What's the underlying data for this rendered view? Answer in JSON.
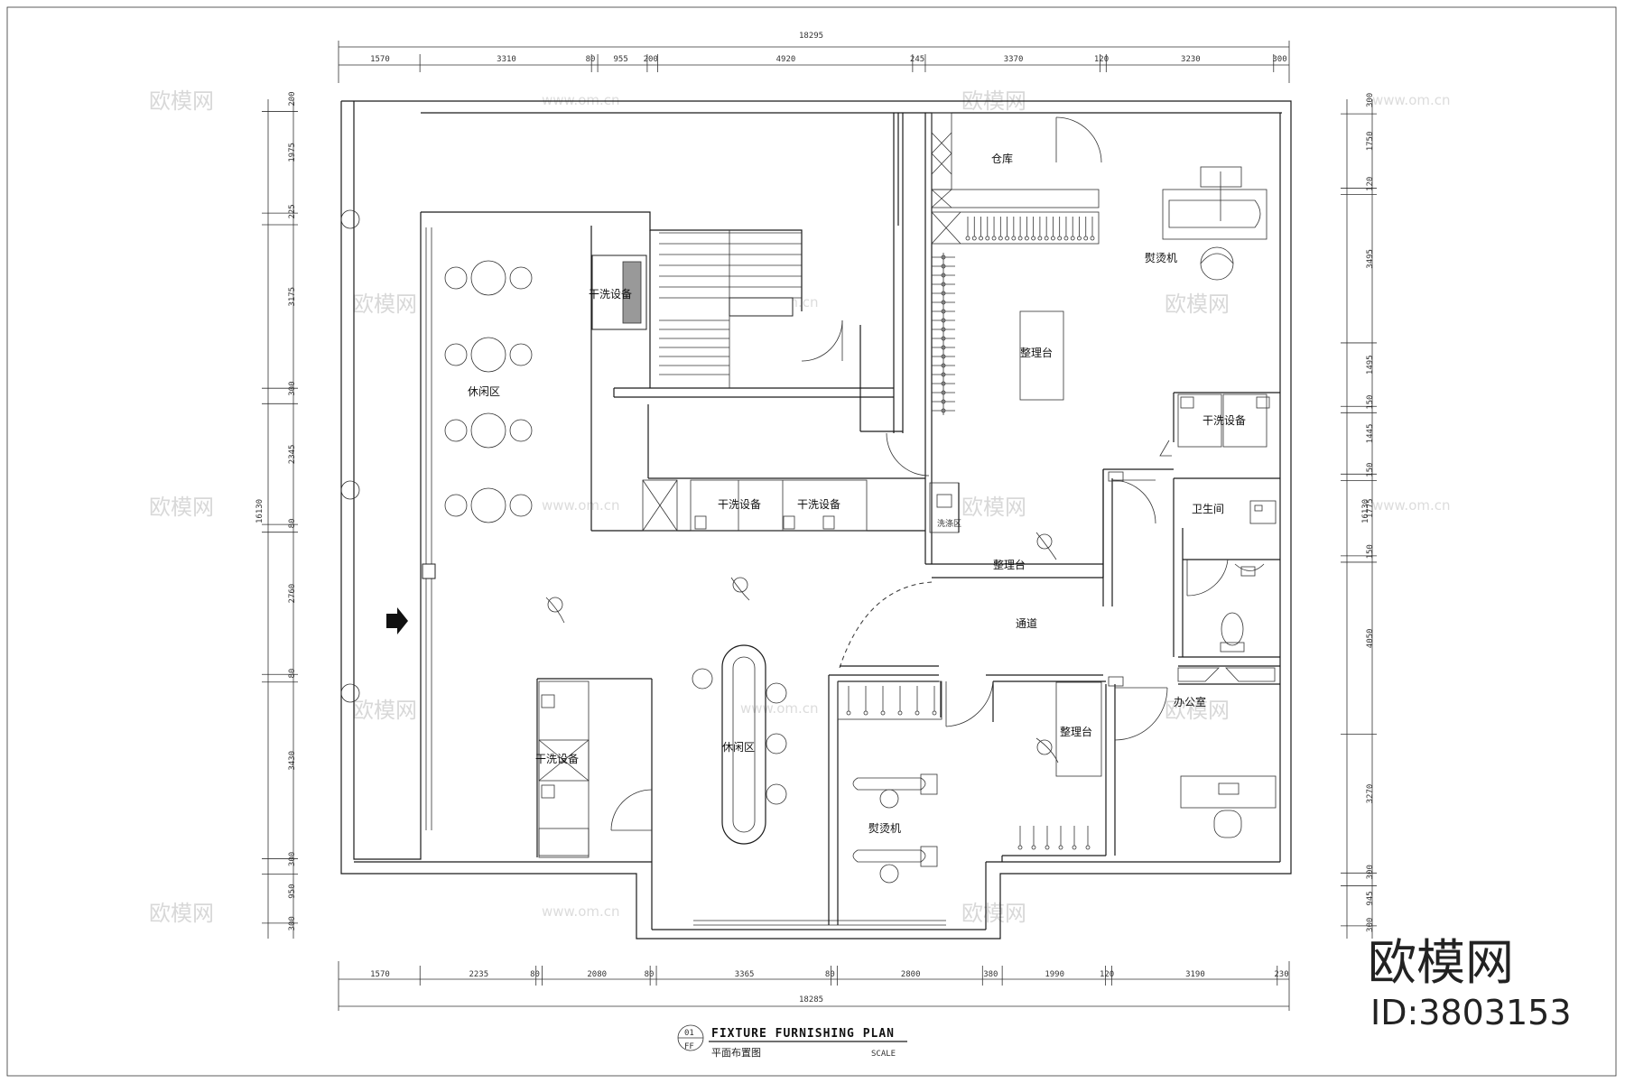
{
  "drawing": {
    "title": "FIXTURE FURNISHING PLAN",
    "subtitle": "平面布置图",
    "scale_label": "SCALE",
    "drawing_no_top": "01",
    "drawing_no_bottom": "FF"
  },
  "dimensions": {
    "top_total": "18295",
    "top": [
      "1570",
      "3310",
      "80",
      "955",
      "200",
      "4920",
      "245",
      "3370",
      "120",
      "3230",
      "300"
    ],
    "bottom_total": "18285",
    "bottom": [
      "1570",
      "2235",
      "80",
      "2080",
      "80",
      "3365",
      "80",
      "2800",
      "380",
      "1990",
      "120",
      "3190",
      "230"
    ],
    "left_total": "16130",
    "left": [
      "200",
      "1975",
      "225",
      "3175",
      "300",
      "2345",
      "80",
      "2760",
      "80",
      "3430",
      "300",
      "950",
      "300"
    ],
    "right_total": "16130",
    "right": [
      "300",
      "1750",
      "120",
      "3495",
      "1495",
      "150",
      "1445",
      "150",
      "1775",
      "150",
      "4050",
      "3270",
      "300",
      "945",
      "300"
    ]
  },
  "rooms": {
    "warehouse": "仓库",
    "ironing_machine_top": "熨烫机",
    "sorting_table_center": "整理台",
    "dry_clean_right": "干洗设备",
    "restroom": "卫生间",
    "sorting_table_mid": "整理台",
    "corridor": "通道",
    "office": "办公室",
    "sorting_table_bottom": "整理台",
    "ironing_machine_bottom": "熨烫机",
    "leisure_top": "休闲区",
    "leisure_bottom": "休闲区",
    "dry_clean_stair": "干洗设备",
    "dry_clean_mid_1": "干洗设备",
    "dry_clean_mid_2": "干洗设备",
    "dry_clean_left_bottom": "干洗设备",
    "small_label": "洗涤区"
  },
  "watermark": {
    "brand": "欧模网",
    "url": "www.om.cn",
    "id": "ID:3803153"
  }
}
